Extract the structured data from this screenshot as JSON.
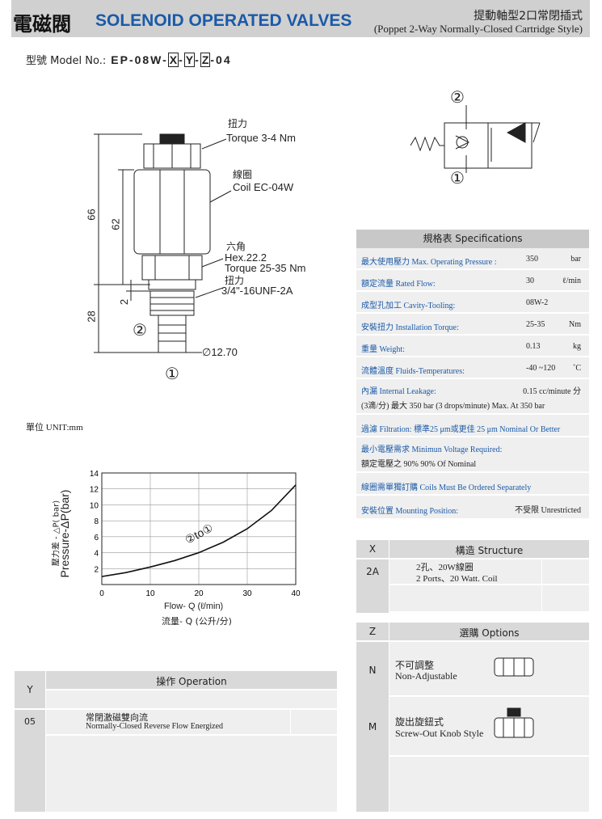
{
  "header": {
    "title_cn": "電磁閥",
    "title_en": "SOLENOID OPERATED VALVES",
    "subtitle_cn": "提動軸型2口常閉插式",
    "subtitle_en": "(Poppet 2-Way Normally-Closed Cartridge Style)"
  },
  "model": {
    "label": "型號 Model No.:",
    "prefix": "EP-08W-",
    "x": "X",
    "dash1": "-",
    "y": "Y",
    "dash2": "-",
    "z": "Z",
    "suffix": "-04"
  },
  "drawing": {
    "torque_cn": "扭力",
    "torque": "Torque 3-4 Nm",
    "coil_cn": "線圈",
    "coil": "Coil EC-04W",
    "hex_cn": "六角",
    "hex": "Hex.22.2",
    "torque2": "Torque 25-35 Nm",
    "torque2_cn": "扭力",
    "thread": "3/4\"-16UNF-2A",
    "dim66": "66",
    "dim62": "62",
    "dim28": "28",
    "dim2": "2",
    "dia": "∅12.70",
    "port2": "②",
    "port1": "①"
  },
  "symbol": {
    "port2": "②",
    "port1": "①"
  },
  "unit": "單位 UNIT:mm",
  "chart_data": {
    "type": "line",
    "series": [
      {
        "name": "②to①",
        "x": [
          0,
          5,
          10,
          15,
          20,
          25,
          30,
          35,
          40
        ],
        "y": [
          1.0,
          1.5,
          2.2,
          3.0,
          4.0,
          5.3,
          7.0,
          9.3,
          12.5
        ]
      }
    ],
    "xticks": [
      "0",
      "10",
      "20",
      "30",
      "40"
    ],
    "yticks": [
      "2",
      "4",
      "6",
      "8",
      "10",
      "12",
      "14"
    ],
    "xlim": [
      0,
      40
    ],
    "ylim": [
      0,
      14
    ],
    "xlabel": "Flow- Q (ℓ/min)",
    "xlabel_cn": "流量- Q (公升/分)",
    "ylabel": "Pressure-ΔP(bar)",
    "ylabel_cn": "壓力差 - △P( bar)",
    "annotation": "②to①",
    "grid": true
  },
  "spec": {
    "title": "規格表 Specifications",
    "rows": [
      {
        "label": "最大使用壓力 Max. Operating Pressure :",
        "value": "350",
        "unit": "bar"
      },
      {
        "label": "額定流量 Rated Flow:",
        "value": "30",
        "unit": "ℓ/min"
      },
      {
        "label": "成型孔加工 Cavity-Tooling:",
        "value": "08W-2",
        "unit": ""
      },
      {
        "label": "安裝扭力 Installation Torque:",
        "value": "25-35",
        "unit": "Nm"
      },
      {
        "label": "重量 Weight:",
        "value": "0.13",
        "unit": "kg"
      },
      {
        "label": "流體溫度 Fluids-Temperatures:",
        "value": "-40 ~120",
        "unit": "˚C"
      }
    ],
    "leak_label": "內漏 Internal Leakage:",
    "leak_val": "0.15 cc/minute 分",
    "leak_line2": "(3滴/分) 最大 350 bar   (3 drops/minute) Max. At 350 bar",
    "filtration": "過濾 Filtration: 標準25 μm或更佳 25 μm Nominal Or Better",
    "minv_label": "最小電壓需求 Minimun Voltage Required:",
    "minv_val": "額定電壓之 90%       90% Of Nominal",
    "coils": "線圈需單獨訂購 Coils Must Be Ordered Separately",
    "mount_label": "安裝位置 Mounting Position:",
    "mount_val": "不受限  Unrestricted"
  },
  "structure": {
    "col1": "X",
    "col2": "構造 Structure",
    "row_code": "2A",
    "row_cn": "2孔、20W線圈",
    "row_en": "2 Ports、20 Watt. Coil"
  },
  "options": {
    "col1": "Z",
    "col2": "選購 Options",
    "n_code": "N",
    "n_cn": "不可調整",
    "n_en": "Non-Adjustable",
    "m_code": "M",
    "m_cn": "旋出旋鈕式",
    "m_en": "Screw-Out Knob Style"
  },
  "operation": {
    "col1": "Y",
    "col2": "操作 Operation",
    "code": "05",
    "cn": "常閉激磁雙向流",
    "en": "Normally-Closed Reverse Flow Energized"
  }
}
